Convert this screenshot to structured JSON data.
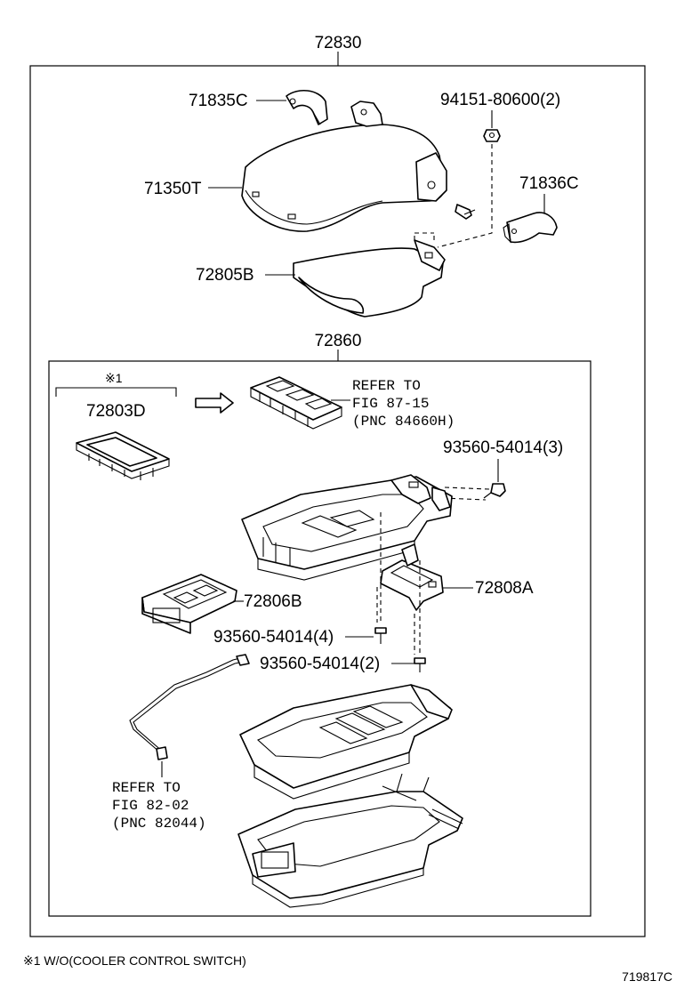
{
  "labels": {
    "top_assembly": "72830",
    "lower_assembly": "72860",
    "p71835c": "71835C",
    "p94151": "94151-80600(2)",
    "p71350t": "71350T",
    "p71836c": "71836C",
    "p72805b": "72805B",
    "note_mark": "※1",
    "p72803d": "72803D",
    "refer1_line1": "REFER TO",
    "refer1_line2": "FIG 87-15",
    "refer1_line3": "(PNC 84660H)",
    "p93560_3": "93560-54014(3)",
    "p72806b": "72806B",
    "p72808a": "72808A",
    "p93560_4": "93560-54014(4)",
    "p93560_2": "93560-54014(2)",
    "refer2_line1": "REFER TO",
    "refer2_line2": "FIG 82-02",
    "refer2_line3": "(PNC 82044)"
  },
  "footer": {
    "note": "※1 W/O(COOLER CONTROL SWITCH)",
    "drawing_id": "719817C"
  },
  "icons": {
    "arrow": "right-arrow-icon",
    "bolt": "bolt-icon",
    "nut": "nut-icon"
  }
}
